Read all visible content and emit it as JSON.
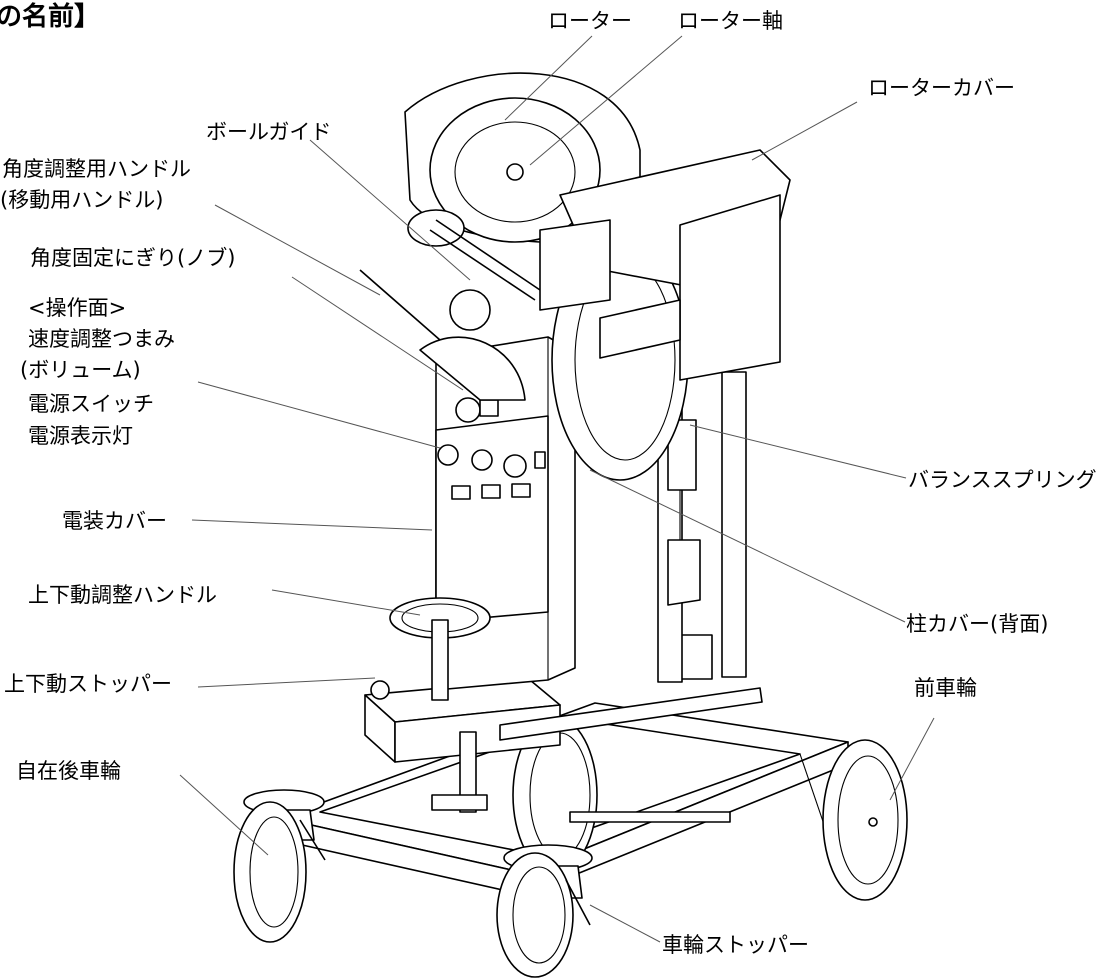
{
  "title": "の名前】",
  "labels": {
    "rotor": "ローター",
    "rotor_shaft": "ローター軸",
    "rotor_cover": "ローターカバー",
    "ball_guide": "ボールガイド",
    "angle_handle_1": "角度調整用ハンドル",
    "angle_handle_2": "(移動用ハンドル)",
    "angle_knob": "角度固定にぎり(ノブ)",
    "panel_1": "<操作面>",
    "panel_2": "速度調整つまみ",
    "panel_3": "(ボリューム)",
    "panel_4": "電源スイッチ",
    "panel_5": "電源表示灯",
    "balance_spring": "バランススプリング",
    "electrical_cover": "電装カバー",
    "lift_handle": "上下動調整ハンドル",
    "pillar_cover": "柱カバー(背面)",
    "lift_stopper": "上下動ストッパー",
    "front_wheel": "前車輪",
    "caster_wheel": "自在後車輪",
    "wheel_stopper": "車輪ストッパー"
  }
}
